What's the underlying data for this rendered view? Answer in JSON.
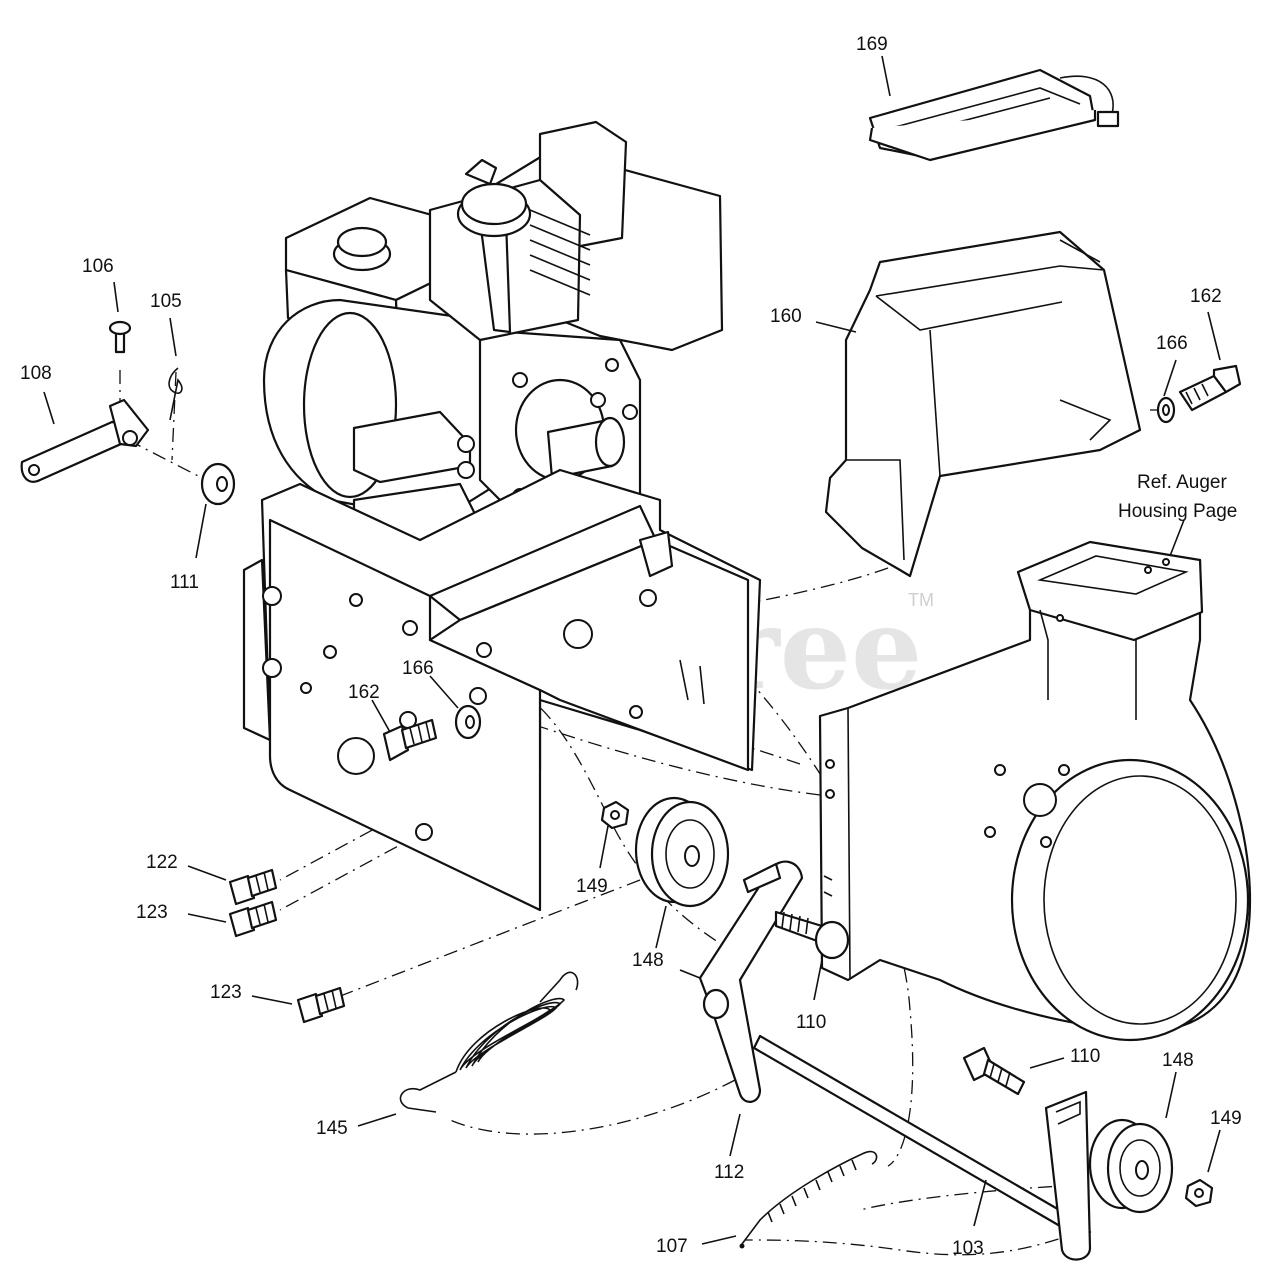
{
  "watermark": {
    "text": "PartsTree",
    "trademark": "TM"
  },
  "reference_note": {
    "line1": "Ref. Auger",
    "line2": "Housing Page"
  },
  "callouts": {
    "p169": "169",
    "p106": "106",
    "p105": "105",
    "p108": "108",
    "p111": "111",
    "p160": "160",
    "p162_right": "162",
    "p166_right": "166",
    "p166_center": "166",
    "p162_center": "162",
    "p122": "122",
    "p123_a": "123",
    "p123_b": "123",
    "p149_center": "149",
    "p148_center": "148",
    "p110_center": "110",
    "p145": "145",
    "p112": "112",
    "p110_right": "110",
    "p148_right": "148",
    "p149_right": "149",
    "p107": "107",
    "p103": "103"
  }
}
